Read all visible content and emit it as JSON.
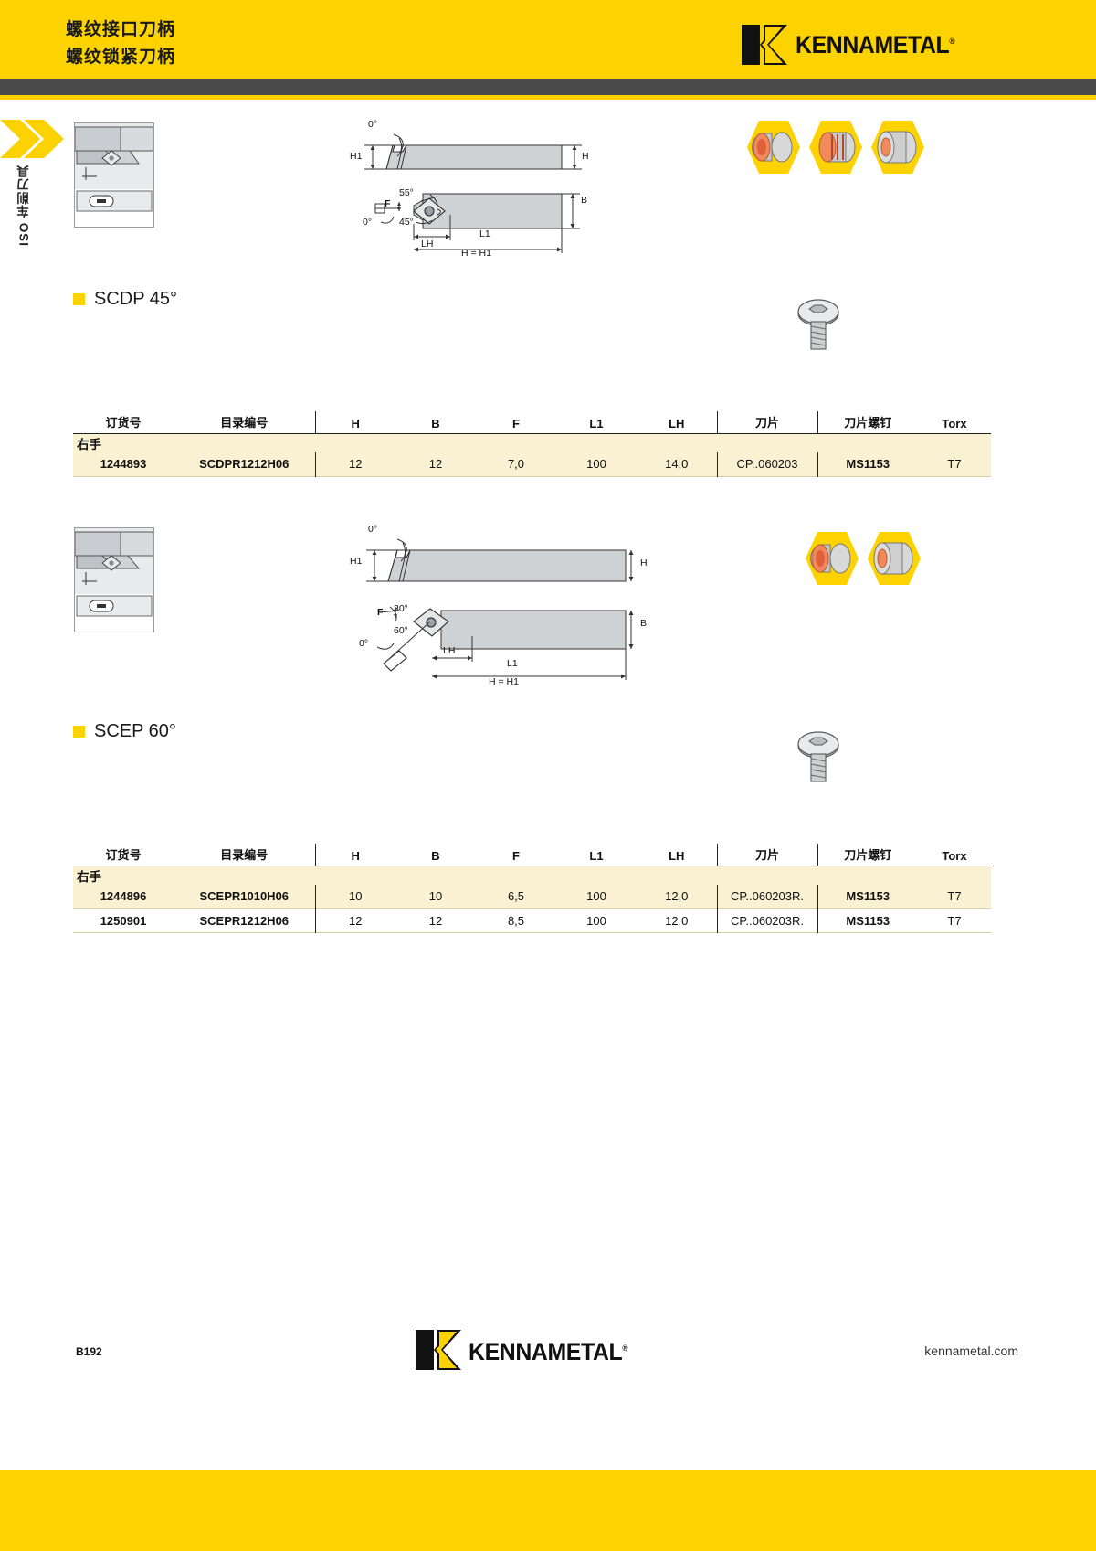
{
  "header": {
    "title_line1": "螺纹接口刀柄",
    "title_line2": "螺纹锁紧刀柄",
    "brand": "KENNAMETAL",
    "brand_reg": "®"
  },
  "side_tab": {
    "label": "ISO 车削刀具"
  },
  "drawings": {
    "top": {
      "angle_top": "0°",
      "h1": "H1",
      "h": "H",
      "b": "B",
      "corner_angle": "55°",
      "f": "F",
      "lead_angle": "45°",
      "zero": "0°",
      "lh": "LH",
      "l1": "L1",
      "h_equals_h1": "H = H1"
    },
    "bottom": {
      "angle_top": "0°",
      "h1": "H1",
      "h": "H",
      "b": "B",
      "corner_angle": "30°",
      "f": "F",
      "lead_angle": "60°",
      "zero": "0°",
      "lh": "LH",
      "l1": "L1",
      "h_equals_h1": "H = H1"
    }
  },
  "sections": [
    {
      "heading": "SCDP 45°",
      "table": {
        "columns": [
          "订货号",
          "目录编号",
          "H",
          "B",
          "F",
          "L1",
          "LH",
          "刀片",
          "刀片螺钉",
          "Torx"
        ],
        "group_label": "右手",
        "rows": [
          {
            "order_no": "1244893",
            "catalog_no": "SCDPR1212H06",
            "H": "12",
            "B": "12",
            "F": "7,0",
            "L1": "100",
            "LH": "14,0",
            "insert": "CP..060203",
            "insert_screw": "MS1153",
            "torx": "T7"
          }
        ]
      }
    },
    {
      "heading": "SCEP 60°",
      "table": {
        "columns": [
          "订货号",
          "目录编号",
          "H",
          "B",
          "F",
          "L1",
          "LH",
          "刀片",
          "刀片螺钉",
          "Torx"
        ],
        "group_label": "右手",
        "rows": [
          {
            "order_no": "1244896",
            "catalog_no": "SCEPR1010H06",
            "H": "10",
            "B": "10",
            "F": "6,5",
            "L1": "100",
            "LH": "12,0",
            "insert": "CP..060203R.",
            "insert_screw": "MS1153",
            "torx": "T7"
          },
          {
            "order_no": "1250901",
            "catalog_no": "SCEPR1212H06",
            "H": "12",
            "B": "12",
            "F": "8,5",
            "L1": "100",
            "LH": "12,0",
            "insert": "CP..060203R.",
            "insert_screw": "MS1153",
            "torx": "T7"
          }
        ]
      }
    }
  ],
  "footer": {
    "page_number": "B192",
    "brand": "KENNAMETAL",
    "brand_reg": "®",
    "url": "kennametal.com"
  },
  "colors": {
    "brand_yellow": "#fcd200",
    "dark_band": "#4b4b4b",
    "row_shade": "#faf0d2",
    "steel": "#cfd2d4"
  }
}
